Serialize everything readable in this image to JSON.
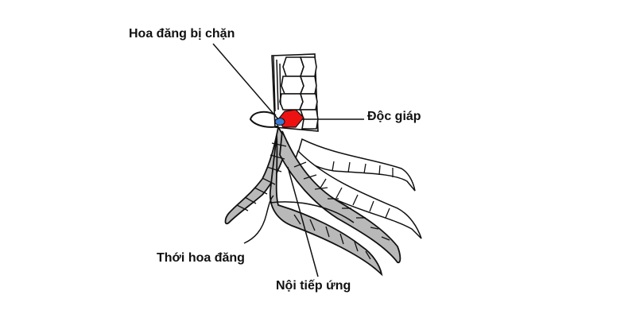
{
  "labels": {
    "blocked_spur": "Hoa đăng bị chặn",
    "single_scale": "Độc giáp",
    "spur_line": "Thới hoa đăng",
    "inner_scales": "Nội tiếp ứng"
  },
  "colors": {
    "single_scale_fill": "#ee1111",
    "blocked_spur_fill": "#3a7bd5",
    "scale_gray": "#b9b9b9",
    "outline": "#111111"
  }
}
